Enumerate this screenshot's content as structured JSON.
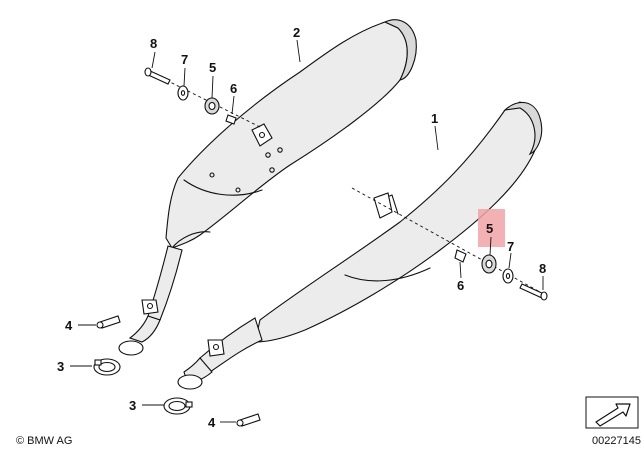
{
  "callouts": {
    "p1": "1",
    "p2": "2",
    "p3a": "3",
    "p3b": "3",
    "p4a": "4",
    "p4b": "4",
    "p5a": "5",
    "p5b": "5",
    "p6a": "6",
    "p6b": "6",
    "p7a": "7",
    "p7b": "7",
    "p8a": "8",
    "p8b": "8"
  },
  "highlight": {
    "callout": "5",
    "color": "#f2a3a7"
  },
  "footer": {
    "copyright": "© BMW AG",
    "diagram_number": "00227145"
  },
  "icons": {
    "corner": "arrow-box-icon"
  }
}
